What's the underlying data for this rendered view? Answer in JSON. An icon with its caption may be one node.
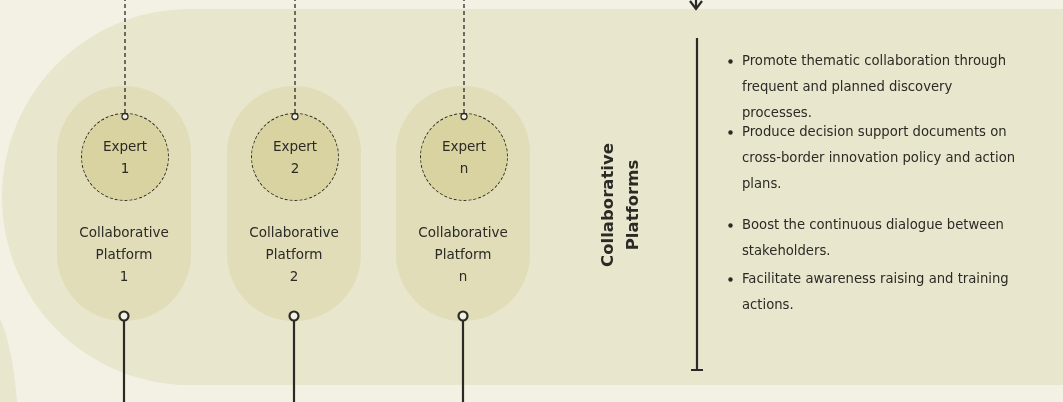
{
  "diagram": {
    "nodes": [
      {
        "text": [
          "Collaborative Platforms",
          "Promote thematic collaboration through frequent and planned discovery processes.",
          "Produce decision support documents on cross-border innovation policy and action plans.",
          "Boost the continuous dialogue between stakeholders.",
          "Facilitate awareness raising and training actions."
        ]
      },
      {
        "text": [
          "Collaborative Platform 1"
        ],
        "in": 0
      },
      {
        "text": [
          "Expert 1"
        ],
        "in": 1
      },
      {
        "text": [
          "Collaborative Platform 2"
        ],
        "in": 0
      },
      {
        "text": [
          "Expert 2"
        ],
        "in": 3
      },
      {
        "text": [
          "Collaborative Platform n"
        ],
        "in": 0
      },
      {
        "text": [
          "Expert n"
        ],
        "in": 5
      }
    ],
    "edges": [
      {
        "from": null,
        "to": 2,
        "arrow": "other",
        "style": "dashed"
      },
      {
        "from": null,
        "to": 4,
        "arrow": "other",
        "style": "dashed"
      },
      {
        "from": null,
        "to": 6,
        "arrow": "other",
        "style": "dashed"
      },
      {
        "from": null,
        "to": 1,
        "arrow": "other"
      },
      {
        "from": null,
        "to": 3,
        "arrow": "other"
      },
      {
        "from": null,
        "to": 5,
        "arrow": "other"
      },
      {
        "from": null,
        "to": 0,
        "arrow": "to"
      }
    ]
  }
}
